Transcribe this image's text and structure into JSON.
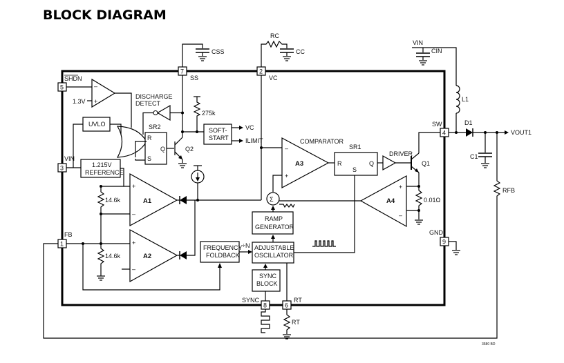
{
  "title": "BLOCK DIAGRAM",
  "pins": {
    "shdn": {
      "num": "5",
      "name": "SHDN"
    },
    "vin": {
      "num": "3",
      "name": "VIN"
    },
    "fb": {
      "num": "1",
      "name": "FB"
    },
    "ss": {
      "num": "7",
      "name": "SS"
    },
    "vc": {
      "num": "2",
      "name": "VC"
    },
    "sw": {
      "num": "4",
      "name": "SW"
    },
    "gnd": {
      "num": "9",
      "name": "GND"
    },
    "sync": {
      "num": "8",
      "name": "SYNC"
    },
    "rt": {
      "num": "6",
      "name": "RT"
    }
  },
  "blocks": {
    "uvlo": "UVLO",
    "reference": [
      "1.215V",
      "REFERENCE"
    ],
    "sr2": "SR2",
    "soft_start": [
      "SOFT-",
      "START"
    ],
    "discharge_detect": [
      "DISCHARGE",
      "DETECT"
    ],
    "comparator": "COMPARATOR",
    "sr1": "SR1",
    "driver": "DRIVER",
    "ramp_generator": [
      "RAMP",
      "GENERATOR"
    ],
    "frequency_foldback": [
      "FREQUENCY",
      "FOLDBACK"
    ],
    "adjustable_oscillator": [
      "ADJUSTABLE",
      "OSCILLATOR"
    ],
    "sync_block": [
      "SYNC",
      "BLOCK"
    ],
    "a1": "A1",
    "a2": "A2",
    "a3": "A3",
    "a4": "A4",
    "sigma": "Σ",
    "divide_n": "÷N"
  },
  "labels": {
    "v13": "1.3V",
    "r275k": "275k",
    "q2": "Q2",
    "q1": "Q1",
    "vc_out": "VC",
    "ilimit": "ILIMIT",
    "r146k_top": "14.6k",
    "r146k_bot": "14.6k",
    "r001": "0.01Ω",
    "css": "CSS",
    "cc": "CC",
    "rc": "RC",
    "vin_ext": "VIN",
    "cin": "CIN",
    "l1": "L1",
    "d1": "D1",
    "vout1": "VOUT1",
    "c1": "C1",
    "rfb": "RFB",
    "rt_ext": "RT",
    "sr_r": "R",
    "sr_s": "S",
    "sr_q": "Q",
    "plus": "+",
    "minus": "–",
    "code": "3580 BD"
  }
}
